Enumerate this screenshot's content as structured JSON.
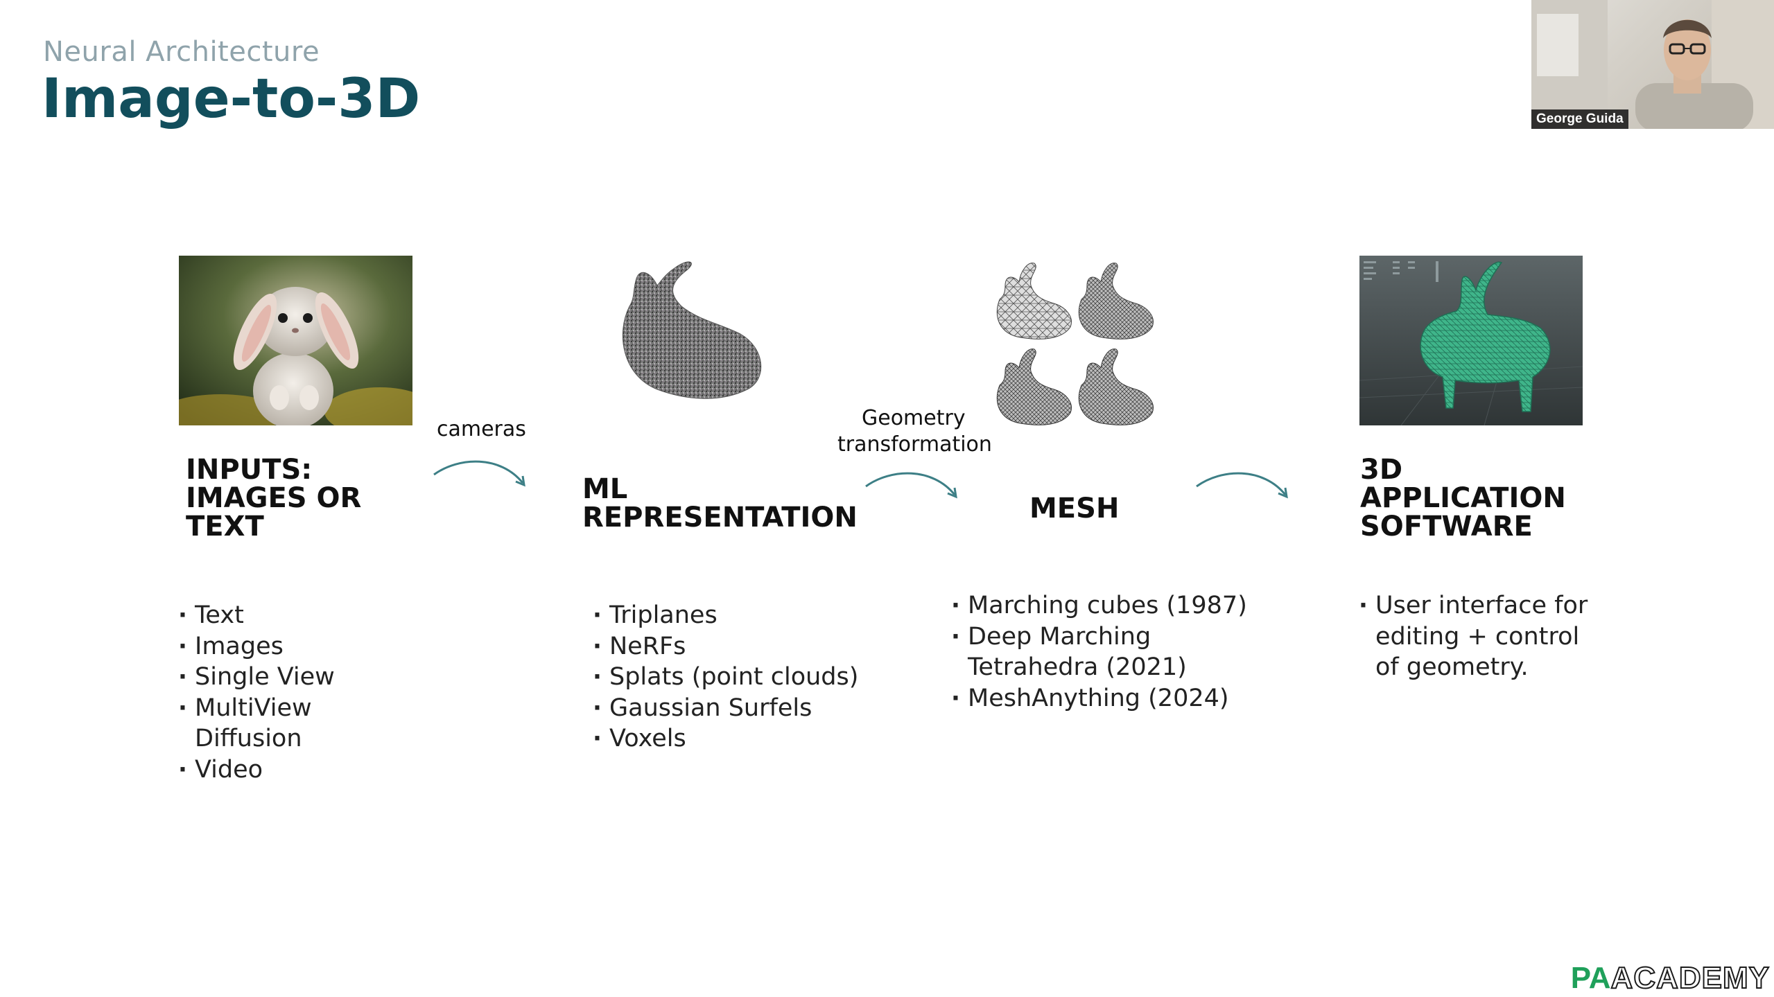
{
  "slide": {
    "subtitle": "Neural Architecture",
    "title": "Image-to-3D"
  },
  "stages": {
    "inputs": {
      "heading": "INPUTS:\nIMAGES OR\nTEXT",
      "image": "fluffy-bunny-photo"
    },
    "ml": {
      "heading": "ML\nREPRESENTATION",
      "image": "point-cloud-bunny"
    },
    "mesh": {
      "heading": "MESH",
      "image": "wireframe-bunnies"
    },
    "app": {
      "heading": "3D\nAPPLICATION\nSOFTWARE",
      "image": "3d-software-bunny-viewport"
    }
  },
  "arrows": {
    "cameras": "cameras",
    "geometry_line1": "Geometry",
    "geometry_line2": "transformation"
  },
  "lists": {
    "inputs": [
      "Text",
      "Images",
      "Single View",
      "MultiView\nDiffusion",
      "Video"
    ],
    "ml": [
      "Triplanes",
      "NeRFs",
      "Splats (point clouds)",
      "Gaussian Surfels",
      "Voxels"
    ],
    "mesh": [
      "Marching cubes (1987)",
      "Deep Marching\nTetrahedra (2021)",
      "MeshAnything (2024)"
    ],
    "app": [
      "User interface for\nediting + control\nof geometry."
    ]
  },
  "webcam": {
    "name": "George Guida"
  },
  "logo": {
    "pa": "PA",
    "academy": "ACADEMY"
  },
  "colors": {
    "title": "#124e5c",
    "subtitle": "#8fa3ab",
    "arrow": "#3d7f86",
    "logo_green": "#1fa05a"
  }
}
